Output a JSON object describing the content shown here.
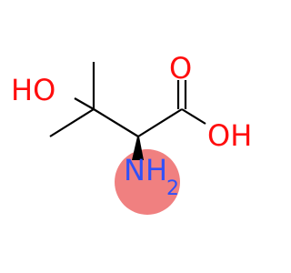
{
  "molecule": {
    "colors": {
      "bond": "#000000",
      "oxygen": "#ff0d0d",
      "nitrogen": "#3050f8",
      "highlight": "#f08080"
    },
    "atoms": {
      "hydroxyl_o": "HO",
      "carbonyl_o": "O",
      "acid_oh": "OH",
      "amine_n": "NH",
      "amine_h_count": "2"
    }
  }
}
